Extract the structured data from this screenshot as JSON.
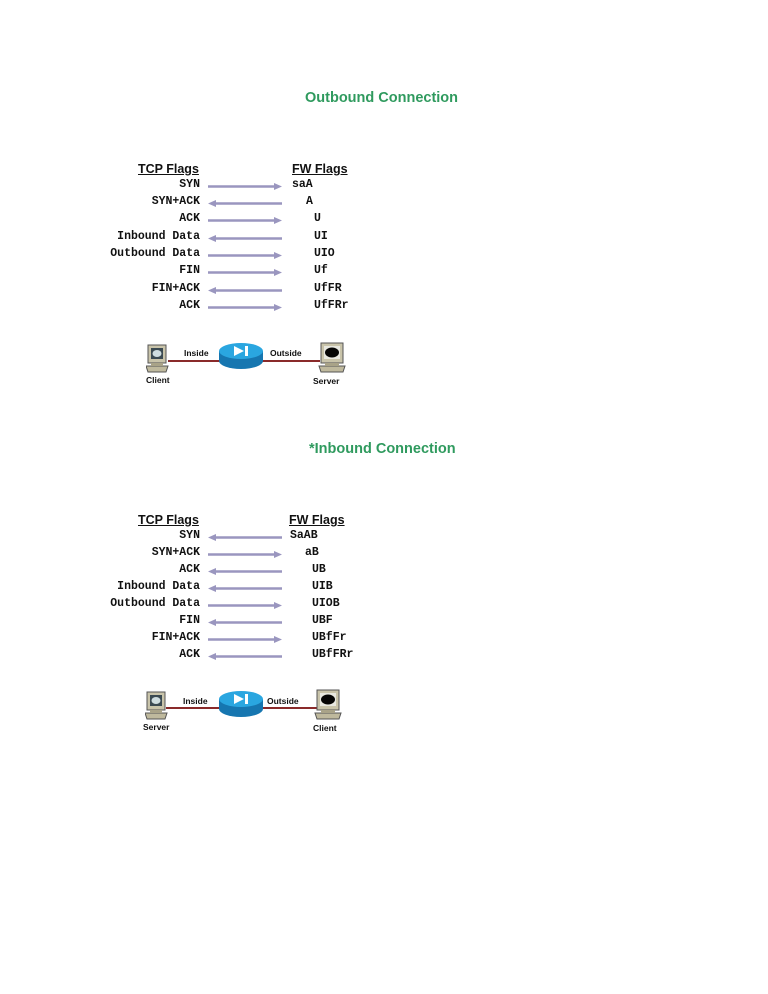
{
  "sections": [
    {
      "title": "Outbound Connection",
      "tcp_header": "TCP Flags",
      "fw_header": "FW Flags",
      "rows": [
        {
          "tcp": "SYN",
          "fw": "saA",
          "direction": "right"
        },
        {
          "tcp": "SYN+ACK",
          "fw": "A",
          "direction": "left"
        },
        {
          "tcp": "ACK",
          "fw": "U",
          "direction": "right"
        },
        {
          "tcp": "Inbound Data",
          "fw": "UI",
          "direction": "left"
        },
        {
          "tcp": "Outbound Data",
          "fw": "UIO",
          "direction": "right"
        },
        {
          "tcp": "FIN",
          "fw": "Uf",
          "direction": "right"
        },
        {
          "tcp": "FIN+ACK",
          "fw": "UfFR",
          "direction": "left"
        },
        {
          "tcp": "ACK",
          "fw": "UfFRr",
          "direction": "right"
        }
      ],
      "network": {
        "left_node": "Client",
        "right_node": "Server",
        "inside_label": "Inside",
        "outside_label": "Outside"
      }
    },
    {
      "title": "*Inbound Connection",
      "tcp_header": "TCP Flags",
      "fw_header": "FW Flags",
      "rows": [
        {
          "tcp": "SYN",
          "fw": "SaAB",
          "direction": "left"
        },
        {
          "tcp": "SYN+ACK",
          "fw": "aB",
          "direction": "right"
        },
        {
          "tcp": "ACK",
          "fw": "UB",
          "direction": "left"
        },
        {
          "tcp": "Inbound Data",
          "fw": "UIB",
          "direction": "left"
        },
        {
          "tcp": "Outbound Data",
          "fw": "UIOB",
          "direction": "right"
        },
        {
          "tcp": "FIN",
          "fw": "UBF",
          "direction": "left"
        },
        {
          "tcp": "FIN+ACK",
          "fw": "UBfFr",
          "direction": "right"
        },
        {
          "tcp": "ACK",
          "fw": "UBfFRr",
          "direction": "left"
        }
      ],
      "network": {
        "left_node": "Server",
        "right_node": "Client",
        "inside_label": "Inside",
        "outside_label": "Outside"
      }
    }
  ],
  "colors": {
    "title": "#2f9a5e",
    "arrow": "#9a96bf",
    "link": "#8a2a2a",
    "router": "#1e9ad6"
  }
}
